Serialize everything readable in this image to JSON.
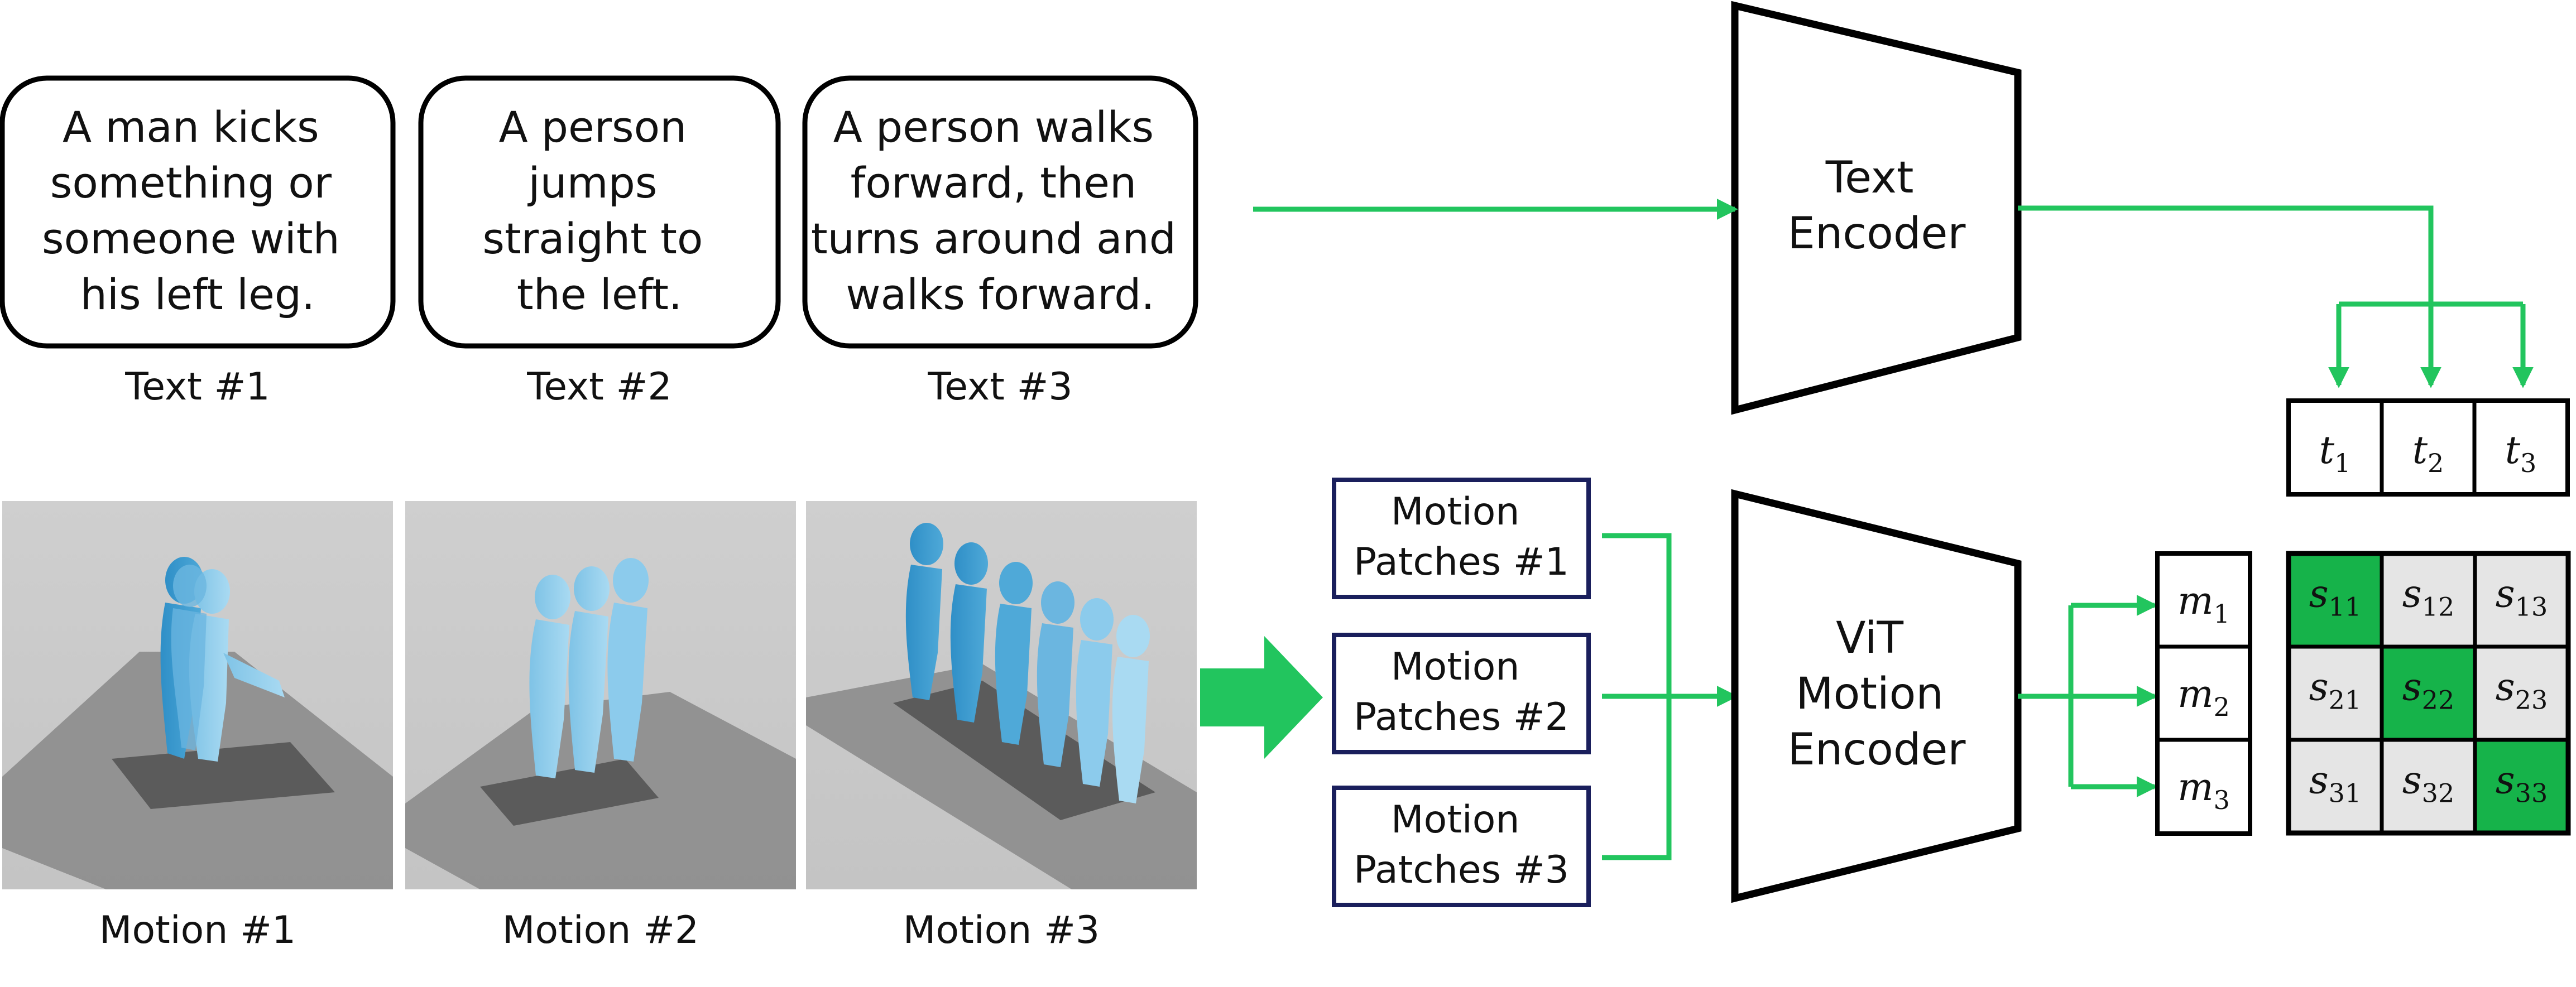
{
  "texts": [
    {
      "lines": [
        "A man kicks",
        "something or",
        "someone with",
        "his left leg."
      ],
      "caption": "Text #1"
    },
    {
      "lines": [
        "A person",
        "jumps",
        "straight to",
        "the left."
      ],
      "caption": "Text #2"
    },
    {
      "lines": [
        "A person walks",
        "forward, then",
        "turns around and",
        "walks forward."
      ],
      "caption": "Text #3"
    }
  ],
  "motions": [
    {
      "caption": "Motion #1"
    },
    {
      "caption": "Motion #2"
    },
    {
      "caption": "Motion #3"
    }
  ],
  "patches": [
    {
      "lines": [
        "Motion",
        "Patches #1"
      ]
    },
    {
      "lines": [
        "Motion",
        "Patches #2"
      ]
    },
    {
      "lines": [
        "Motion",
        "Patches #3"
      ]
    }
  ],
  "text_encoder": {
    "lines": [
      "Text",
      "Encoder"
    ]
  },
  "motion_encoder": {
    "lines": [
      "ViT",
      "Motion",
      "Encoder"
    ]
  },
  "text_embeddings": [
    {
      "base": "t",
      "sub": "1"
    },
    {
      "base": "t",
      "sub": "2"
    },
    {
      "base": "t",
      "sub": "3"
    }
  ],
  "motion_embeddings": [
    {
      "base": "m",
      "sub": "1"
    },
    {
      "base": "m",
      "sub": "2"
    },
    {
      "base": "m",
      "sub": "3"
    }
  ],
  "similarity": [
    [
      {
        "base": "s",
        "sub": "11"
      },
      {
        "base": "s",
        "sub": "12"
      },
      {
        "base": "s",
        "sub": "13"
      }
    ],
    [
      {
        "base": "s",
        "sub": "21"
      },
      {
        "base": "s",
        "sub": "22"
      },
      {
        "base": "s",
        "sub": "23"
      }
    ],
    [
      {
        "base": "s",
        "sub": "31"
      },
      {
        "base": "s",
        "sub": "32"
      },
      {
        "base": "s",
        "sub": "33"
      }
    ]
  ],
  "colors": {
    "arrow": "#22c55e",
    "diagonal": "#16b34a",
    "off_diagonal": "#e5e5e5",
    "patch_border": "#1a1f5c"
  }
}
